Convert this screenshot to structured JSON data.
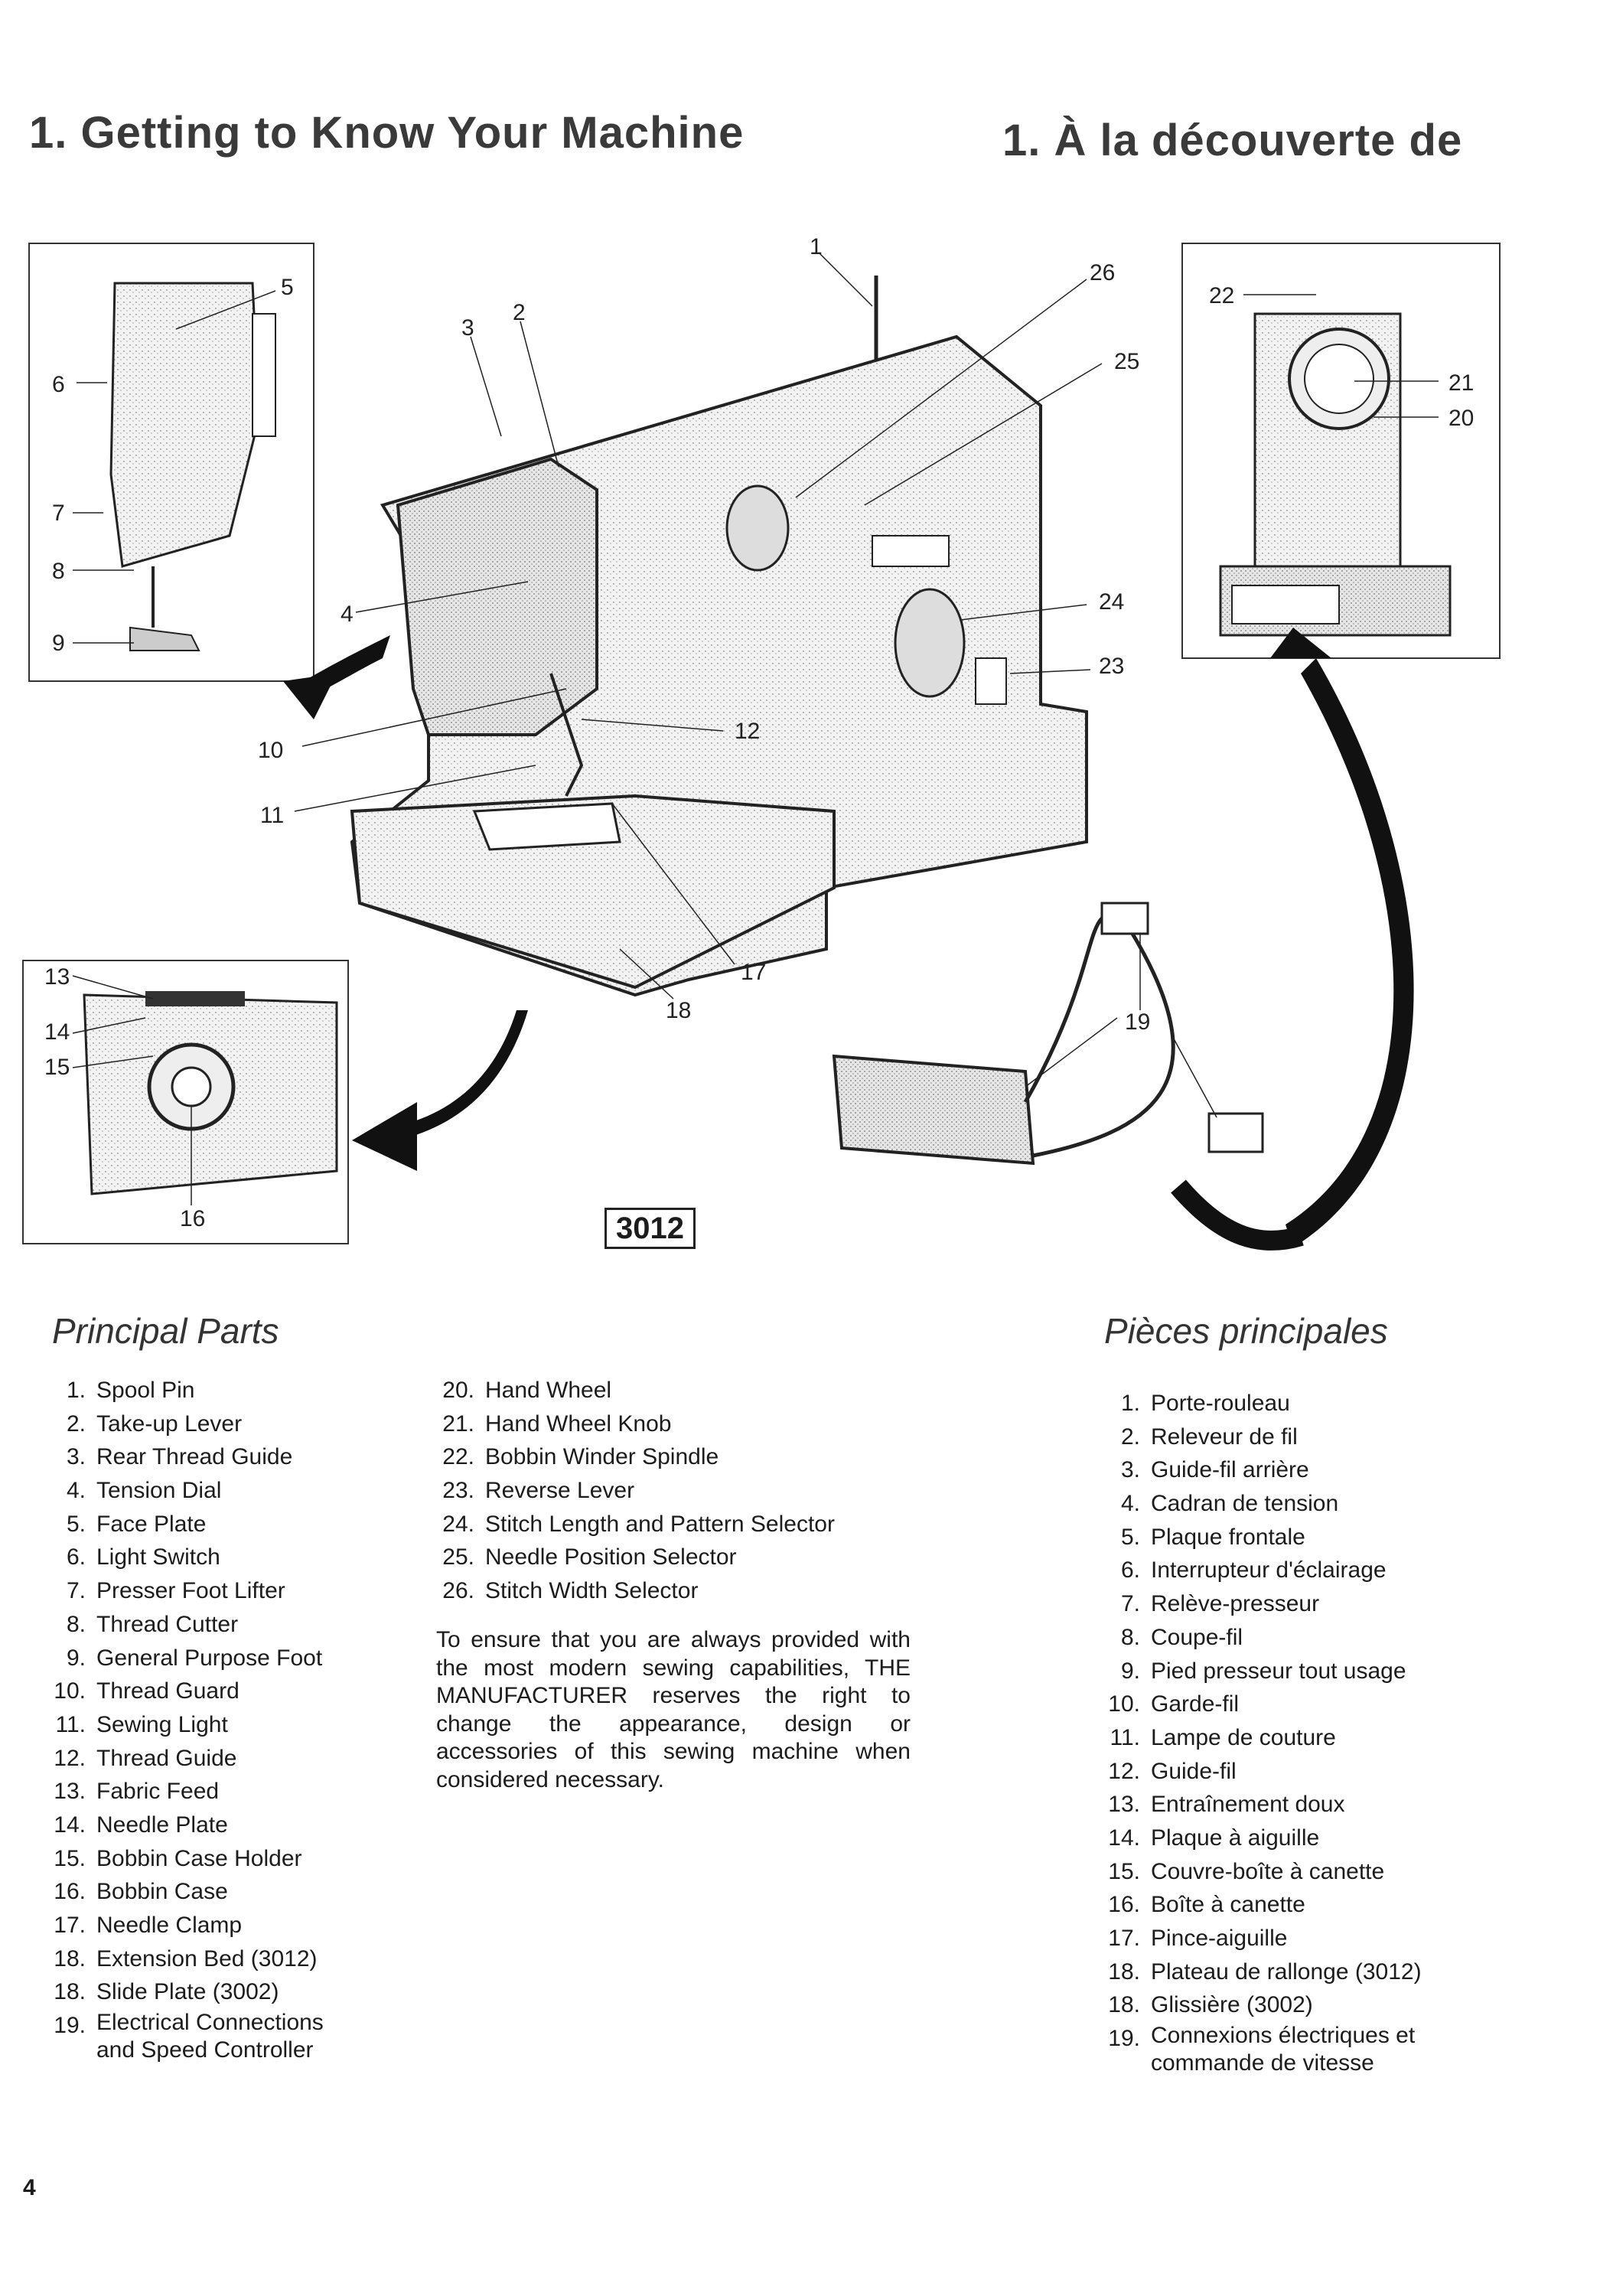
{
  "header": {
    "title_en": "1. Getting to Know Your Machine",
    "title_fr": "1. À la découverte de"
  },
  "diagram": {
    "model_label": "3012",
    "callouts": [
      "1",
      "2",
      "3",
      "4",
      "5",
      "6",
      "7",
      "8",
      "9",
      "10",
      "11",
      "12",
      "13",
      "14",
      "15",
      "16",
      "17",
      "18",
      "19",
      "20",
      "21",
      "22",
      "23",
      "24",
      "25",
      "26"
    ]
  },
  "english": {
    "heading": "Principal Parts",
    "parts_col1": [
      {
        "num": "1.",
        "label": "Spool Pin"
      },
      {
        "num": "2.",
        "label": "Take-up Lever"
      },
      {
        "num": "3.",
        "label": "Rear Thread Guide"
      },
      {
        "num": "4.",
        "label": "Tension Dial"
      },
      {
        "num": "5.",
        "label": "Face Plate"
      },
      {
        "num": "6.",
        "label": "Light Switch"
      },
      {
        "num": "7.",
        "label": "Presser Foot Lifter"
      },
      {
        "num": "8.",
        "label": "Thread Cutter"
      },
      {
        "num": "9.",
        "label": "General Purpose Foot"
      },
      {
        "num": "10.",
        "label": "Thread Guard"
      },
      {
        "num": "11.",
        "label": "Sewing Light"
      },
      {
        "num": "12.",
        "label": "Thread Guide"
      },
      {
        "num": "13.",
        "label": "Fabric Feed"
      },
      {
        "num": "14.",
        "label": "Needle Plate"
      },
      {
        "num": "15.",
        "label": "Bobbin Case Holder"
      },
      {
        "num": "16.",
        "label": "Bobbin Case"
      },
      {
        "num": "17.",
        "label": "Needle Clamp"
      },
      {
        "num": "18.",
        "label": "Extension Bed (3012)"
      },
      {
        "num": "18.",
        "label": "Slide Plate (3002)"
      },
      {
        "num": "19.",
        "label": "Electrical Connections\nand Speed Controller"
      }
    ],
    "parts_col2": [
      {
        "num": "20.",
        "label": "Hand Wheel"
      },
      {
        "num": "21.",
        "label": "Hand Wheel Knob"
      },
      {
        "num": "22.",
        "label": "Bobbin Winder Spindle"
      },
      {
        "num": "23.",
        "label": "Reverse Lever"
      },
      {
        "num": "24.",
        "label": "Stitch Length and Pattern Selector"
      },
      {
        "num": "25.",
        "label": "Needle Position Selector"
      },
      {
        "num": "26.",
        "label": "Stitch Width Selector"
      }
    ],
    "note": "To ensure that you are always provided with the most modern sewing capabilities, THE MANUFACTURER reserves the right to change the appearance, design or accessories of this sewing machine when considered necessary."
  },
  "french": {
    "heading": "Pièces principales",
    "parts": [
      {
        "num": "1.",
        "label": "Porte-rouleau"
      },
      {
        "num": "2.",
        "label": "Releveur de fil"
      },
      {
        "num": "3.",
        "label": "Guide-fil arrière"
      },
      {
        "num": "4.",
        "label": "Cadran de tension"
      },
      {
        "num": "5.",
        "label": "Plaque frontale"
      },
      {
        "num": "6.",
        "label": "Interrupteur d'éclairage"
      },
      {
        "num": "7.",
        "label": "Relève-presseur"
      },
      {
        "num": "8.",
        "label": "Coupe-fil"
      },
      {
        "num": "9.",
        "label": "Pied presseur tout usage"
      },
      {
        "num": "10.",
        "label": "Garde-fil"
      },
      {
        "num": "11.",
        "label": "Lampe de couture"
      },
      {
        "num": "12.",
        "label": "Guide-fil"
      },
      {
        "num": "13.",
        "label": "Entraînement doux"
      },
      {
        "num": "14.",
        "label": "Plaque à aiguille"
      },
      {
        "num": "15.",
        "label": "Couvre-boîte à canette"
      },
      {
        "num": "16.",
        "label": "Boîte à canette"
      },
      {
        "num": "17.",
        "label": "Pince-aiguille"
      },
      {
        "num": "18.",
        "label": "Plateau de rallonge (3012)"
      },
      {
        "num": "18.",
        "label": "Glissière (3002)"
      },
      {
        "num": "19.",
        "label": "Connexions électriques et\ncommande de vitesse"
      }
    ]
  },
  "footer": {
    "page_number": "4"
  }
}
